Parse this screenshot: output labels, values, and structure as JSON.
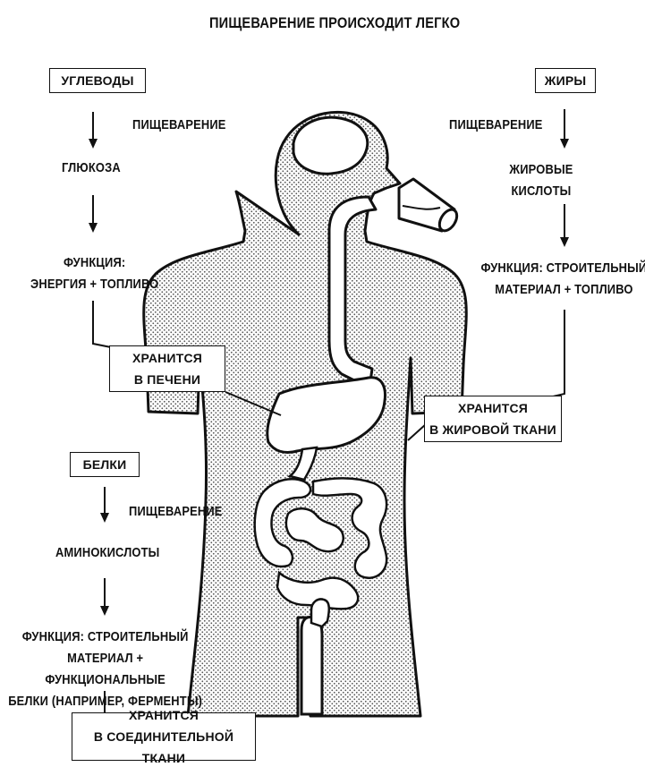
{
  "title": "ПИЩЕВАРЕНИЕ ПРОИСХОДИТ ЛЕГКО",
  "carbs": {
    "label": "УГЛЕВОДЫ",
    "digestion": "ПИЩЕВАРЕНИЕ",
    "product": "ГЛЮКОЗА",
    "function": "ФУНКЦИЯ:\nЭНЕРГИЯ + ТОПЛИВО",
    "storage": "ХРАНИТСЯ\nВ ПЕЧЕНИ"
  },
  "fats": {
    "label": "ЖИРЫ",
    "digestion": "ПИЩЕВАРЕНИЕ",
    "product": "ЖИРОВЫЕ\nКИСЛОТЫ",
    "function": "ФУНКЦИЯ: СТРОИТЕЛЬНЫЙ\nМАТЕРИАЛ + ТОПЛИВО",
    "storage": "ХРАНИТСЯ\nВ ЖИРОВОЙ ТКАНИ"
  },
  "proteins": {
    "label": "БЕЛКИ",
    "digestion": "ПИЩЕВАРЕНИЕ",
    "product": "АМИНОКИСЛОТЫ",
    "function": "ФУНКЦИЯ: СТРОИТЕЛЬНЫЙ\nМАТЕРИАЛ + ФУНКЦИОНАЛЬНЫЕ\nБЕЛКИ (НАПРИМЕР, ФЕРМЕНТЫ)",
    "storage": "ХРАНИТСЯ\nВ СОЕДИНИТЕЛЬНОЙ ТКАНИ"
  }
}
